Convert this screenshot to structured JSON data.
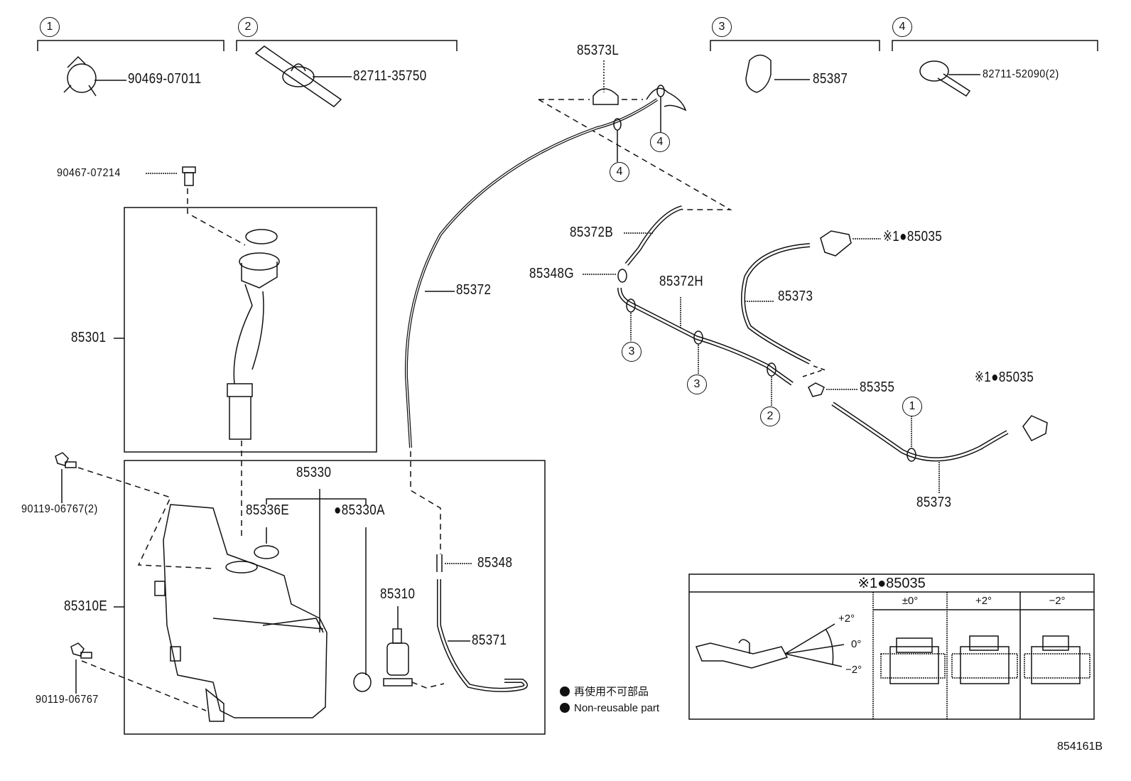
{
  "diagram": {
    "title_code": "854161B",
    "clip_groups": [
      {
        "index": "1",
        "part": "90469-07011"
      },
      {
        "index": "2",
        "part": "82711-35750"
      },
      {
        "index": "3",
        "part": "85387"
      },
      {
        "index": "4",
        "part": "82711-52090(2)"
      }
    ],
    "parts": {
      "p85373L": "85373L",
      "p90467": "90467-07214",
      "p85301": "85301",
      "p85372": "85372",
      "p85372B": "85372B",
      "p85348G": "85348G",
      "p85372H": "85372H",
      "p85373a": "85373",
      "p85373b": "85373",
      "p85355": "85355",
      "p85035a": "※1●85035",
      "p85035b": "※1●85035",
      "p90119a": "90119-06767(2)",
      "p90119b": "90119-06767",
      "p85330": "85330",
      "p85336E": "85336E",
      "p85330A": "●85330A",
      "p85348": "85348",
      "p85310": "85310",
      "p85310E": "85310E",
      "p85371": "85371"
    },
    "callouts": {
      "c4a": "4",
      "c4b": "4",
      "c3a": "3",
      "c3b": "3",
      "c2": "2",
      "c1": "1"
    },
    "legend": {
      "jp": "再使用不可部品",
      "en": "Non-reusable part"
    },
    "detail_table": {
      "title": "※1●85035",
      "columns": [
        "±0°",
        "+2°",
        "−2°"
      ],
      "angle_labels": [
        "+2°",
        "0°",
        "−2°"
      ]
    }
  }
}
